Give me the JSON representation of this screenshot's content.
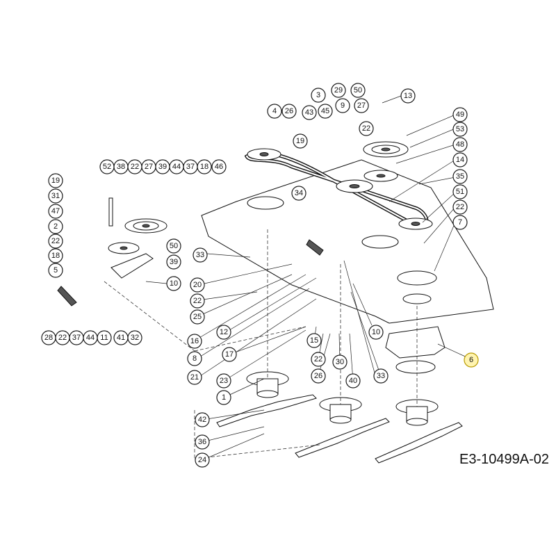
{
  "drawing_code": "E3-10499A-02",
  "highlight_color": "#fff4b0",
  "callouts": [
    "13",
    "3",
    "29",
    "50",
    "4",
    "26",
    "43",
    "45",
    "9",
    "27",
    "49",
    "22",
    "53",
    "19",
    "48",
    "14",
    "52",
    "38",
    "22",
    "27",
    "39",
    "44",
    "37",
    "18",
    "46",
    "35",
    "19",
    "34",
    "51",
    "31",
    "22",
    "47",
    "7",
    "2",
    "50",
    "22",
    "33",
    "39",
    "18",
    "10",
    "5",
    "20",
    "22",
    "25",
    "10",
    "12",
    "16",
    "15",
    "28",
    "22",
    "37",
    "44",
    "11",
    "41",
    "32",
    "8",
    "17",
    "22",
    "30",
    "33",
    "21",
    "23",
    "26",
    "40",
    "1",
    "6",
    "42",
    "36",
    "24"
  ]
}
